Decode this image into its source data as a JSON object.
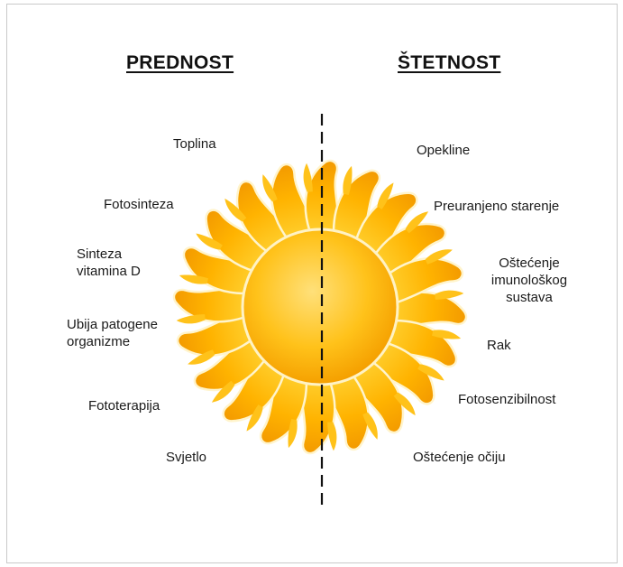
{
  "headings": {
    "left": "PREDNOST",
    "right": "ŠTETNOST"
  },
  "benefits": [
    "Toplina",
    "Fotosinteza",
    "Sinteza\nvitamina D",
    "Ubija patogene\norganizme",
    "Fototerapija",
    "Svjetlo"
  ],
  "harms": [
    "Opekline",
    "Preuranjeno starenje",
    "Oštećenje\nimunološkog\nsustava",
    "Rak",
    "Fotosenzibilnost",
    "Oštećenje očiju"
  ],
  "colors": {
    "sun_core_light": "#ffe07a",
    "sun_core_dark": "#f5a000",
    "ray_light": "#ffe9a0",
    "ray_dark": "#f2a30f",
    "divider": "#111111"
  }
}
